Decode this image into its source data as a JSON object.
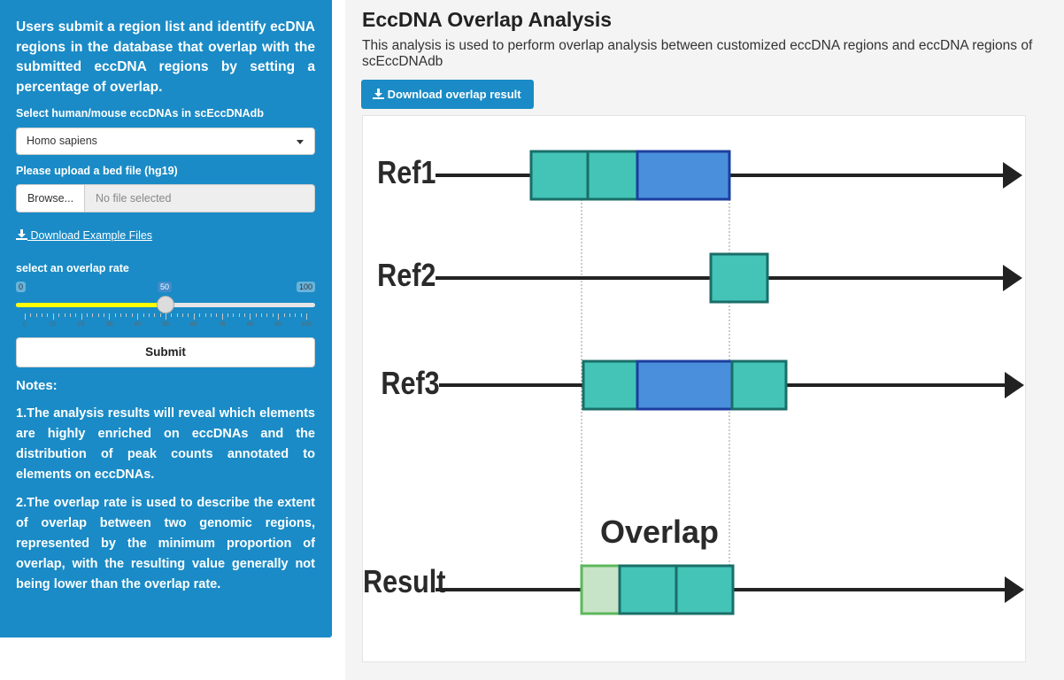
{
  "sidebar": {
    "intro": "Users submit a region list and identify ecDNA regions in the database that overlap with the submitted eccDNA regions by setting a percentage of overlap.",
    "species_label": "Select human/mouse eccDNAs in scEccDNAdb",
    "species_value": "Homo sapiens",
    "upload_label": "Please upload a bed file (hg19)",
    "browse_label": "Browse...",
    "file_placeholder": "No file selected",
    "example_link": "Download Example Files",
    "slider": {
      "label": "select an overlap rate",
      "min_label": "0",
      "max_label": "100",
      "value_label": "50",
      "value_fraction": 0.5,
      "tick_labels": [
        "0",
        "10",
        "20",
        "30",
        "40",
        "50",
        "60",
        "70",
        "80",
        "90",
        "100"
      ]
    },
    "submit_label": "Submit",
    "notes_heading": "Notes:",
    "note1": "1.The analysis results will reveal which elements are highly enriched on eccDNAs and the distribution of peak counts annotated to elements on eccDNAs.",
    "note2": "2.The overlap rate is used to describe the extent of overlap between two genomic regions, represented by the minimum proportion of overlap, with the resulting value generally not being lower than the overlap rate."
  },
  "main": {
    "title": "EccDNA Overlap Analysis",
    "description": "This analysis is used to perform overlap analysis between customized eccDNA regions and eccDNA regions of scEccDNAdb",
    "download_button": "Download overlap result"
  },
  "figure": {
    "ref1": "Ref1",
    "ref2": "Ref2",
    "ref3": "Ref3",
    "overlap": "Overlap",
    "result": "Result"
  },
  "colors": {
    "sidebar_bg": "#1a8bc6",
    "slider_fill": "#ffff00",
    "teal_box": "#43c4b7",
    "blue_box": "#4a8fdc",
    "light_green_box": "#c8e4c8"
  }
}
